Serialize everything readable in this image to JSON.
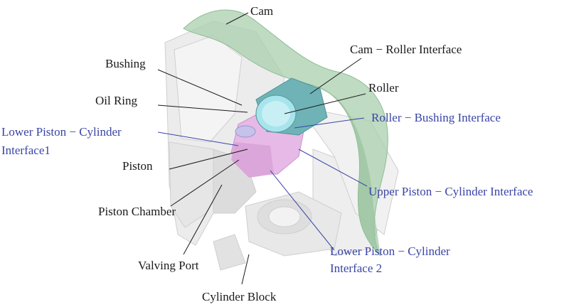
{
  "colors": {
    "black_label": "#1a1a1a",
    "blue_label": "#3a44a6",
    "cam": "#a9cfae",
    "roller": "#a8e4ec",
    "piston": "#e7b9e6",
    "housing": "#e4e4e4"
  },
  "labels": {
    "cam": "Cam",
    "cam_roller_interface": "Cam − Roller Interface",
    "bushing": "Bushing",
    "roller": "Roller",
    "oil_ring": "Oil Ring",
    "roller_bushing_interface": "Roller − Bushing Interface",
    "lower_piston_cylinder_interface1_line1": "Lower Piston − Cylinder",
    "lower_piston_cylinder_interface1_line2": "Interface1",
    "piston": "Piston",
    "upper_piston_cylinder_interface": "Upper Piston − Cylinder Interface",
    "piston_chamber": "Piston Chamber",
    "lower_piston_cylinder_interface2_line1": "Lower  Piston − Cylinder",
    "lower_piston_cylinder_interface2_line2": "Interface 2",
    "valving_port": "Valving Port",
    "cylinder_block": "Cylinder Block"
  }
}
